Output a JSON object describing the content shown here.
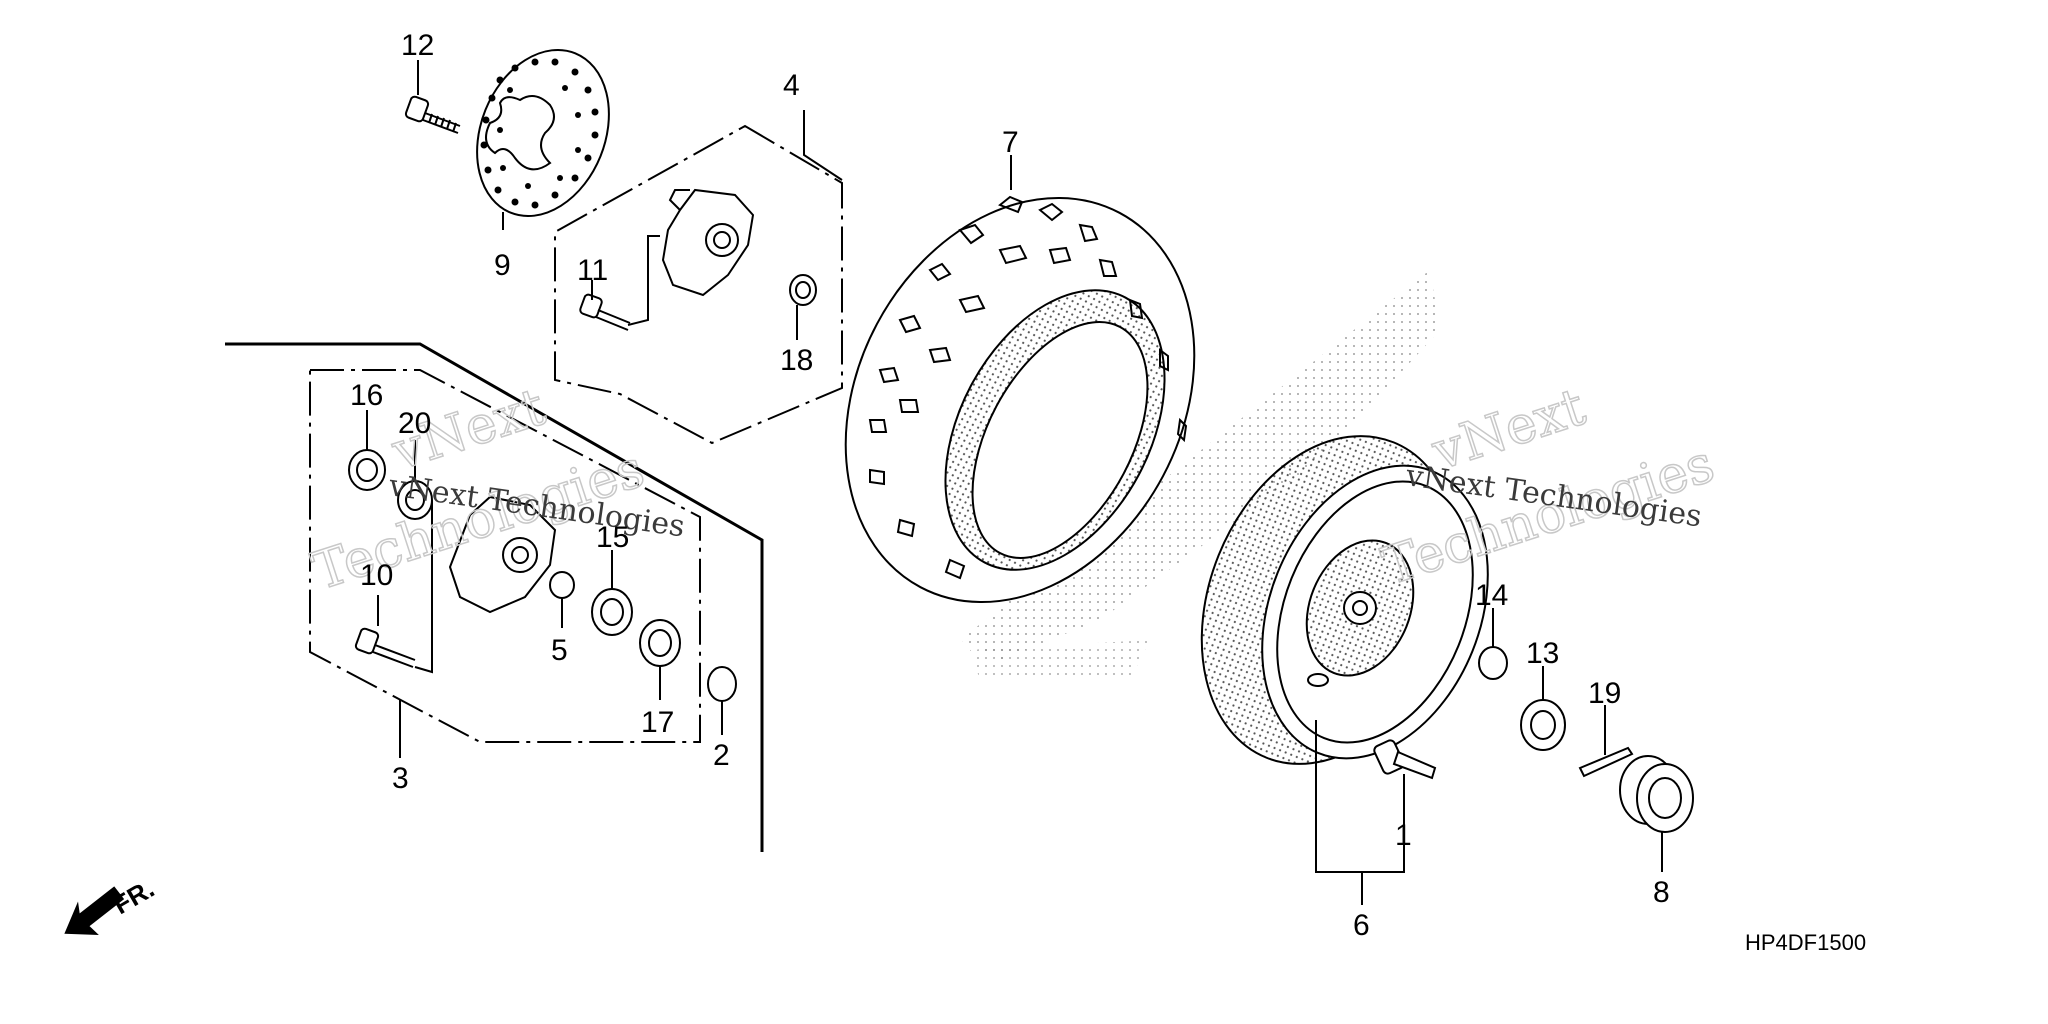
{
  "diagram": {
    "callouts": {
      "c1": "1",
      "c2": "2",
      "c3": "3",
      "c4": "4",
      "c5": "5",
      "c6": "6",
      "c7": "7",
      "c8": "8",
      "c9": "9",
      "c10": "10",
      "c11": "11",
      "c12": "12",
      "c13": "13",
      "c14": "14",
      "c15": "15",
      "c16": "16",
      "c17": "17",
      "c18": "18",
      "c19": "19",
      "c20": "20"
    },
    "direction_label": "FR.",
    "drawing_code": "HP4DF1500",
    "watermark": {
      "line1": "vNext",
      "line2": "Technologies",
      "inline": "vNext Technologies"
    }
  }
}
